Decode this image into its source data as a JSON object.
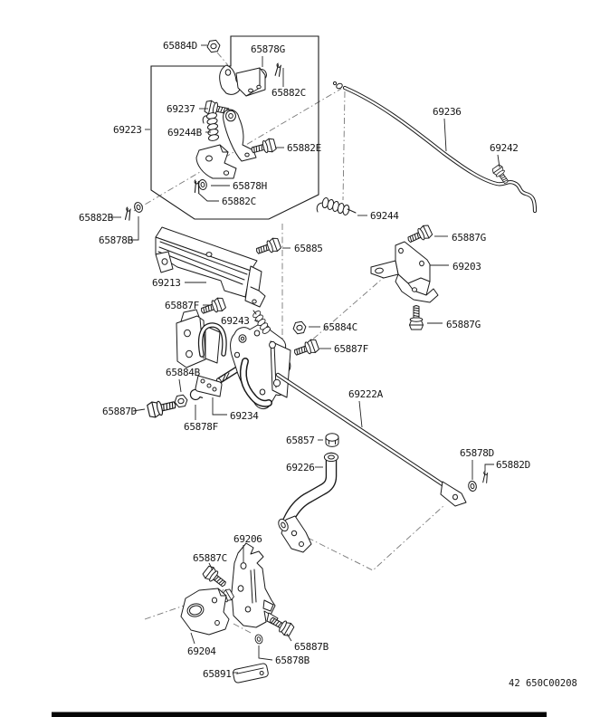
{
  "figure_code": "42 650C00208",
  "colors": {
    "line": "#1a1a1a",
    "axis_line": "#777777",
    "background": "#ffffff"
  },
  "labels": [
    {
      "part": "65884D"
    },
    {
      "part": "65878G"
    },
    {
      "part": "65882C"
    },
    {
      "part": "69237"
    },
    {
      "part": "69223"
    },
    {
      "part": "69244B"
    },
    {
      "part": "65882E"
    },
    {
      "part": "65878H"
    },
    {
      "part": "65882C"
    },
    {
      "part": "65882B"
    },
    {
      "part": "65878B"
    },
    {
      "part": "69236"
    },
    {
      "part": "69242"
    },
    {
      "part": "69244"
    },
    {
      "part": "65887G"
    },
    {
      "part": "69203"
    },
    {
      "part": "65887G"
    },
    {
      "part": "65885"
    },
    {
      "part": "69213"
    },
    {
      "part": "65887F"
    },
    {
      "part": "69243"
    },
    {
      "part": "65884C"
    },
    {
      "part": "65887F"
    },
    {
      "part": "65884B"
    },
    {
      "part": "65887D"
    },
    {
      "part": "65878F"
    },
    {
      "part": "69234"
    },
    {
      "part": "69222A"
    },
    {
      "part": "65857"
    },
    {
      "part": "69226"
    },
    {
      "part": "65878D"
    },
    {
      "part": "65882D"
    },
    {
      "part": "69206"
    },
    {
      "part": "65887C"
    },
    {
      "part": "69204"
    },
    {
      "part": "65887B"
    },
    {
      "part": "65878B"
    },
    {
      "part": "65891"
    }
  ]
}
